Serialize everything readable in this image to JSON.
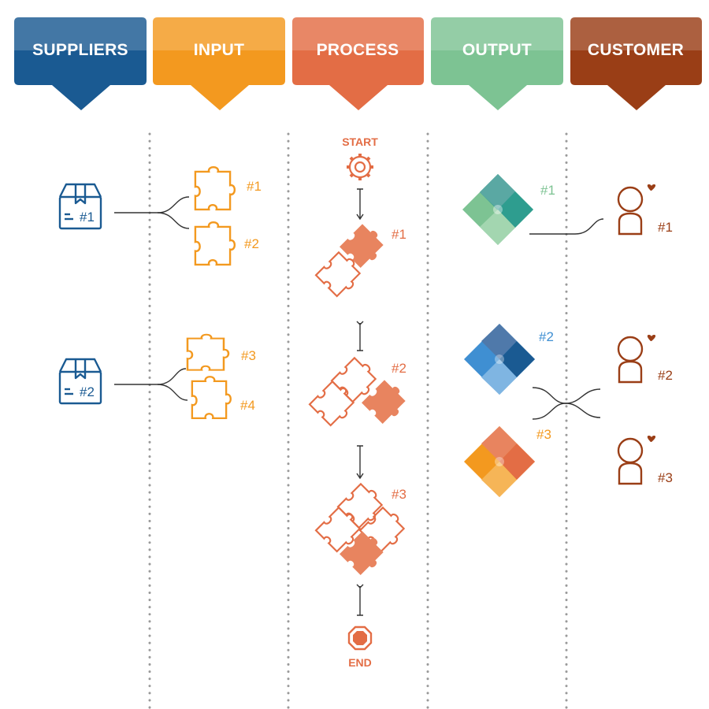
{
  "colors": {
    "suppliers": "#1a5a92",
    "input": "#f3991f",
    "process": "#e36d45",
    "output": "#7dc393",
    "customer": "#9a3e16",
    "output2": "#3f8fd2",
    "connector": "#333333",
    "divider": "#9a9a9a"
  },
  "headers": {
    "suppliers": "SUPPLIERS",
    "input": "INPUT",
    "process": "PROCESS",
    "output": "OUTPUT",
    "customer": "CUSTOMER"
  },
  "suppliers": [
    {
      "label": "#1",
      "icon": "package-box-icon"
    },
    {
      "label": "#2",
      "icon": "package-box-icon"
    }
  ],
  "inputs": [
    {
      "label": "#1",
      "icon": "puzzle-piece-icon"
    },
    {
      "label": "#2",
      "icon": "puzzle-piece-icon"
    },
    {
      "label": "#3",
      "icon": "puzzle-piece-icon"
    },
    {
      "label": "#4",
      "icon": "puzzle-piece-icon"
    }
  ],
  "process": {
    "start": "START",
    "end": "END",
    "steps": [
      {
        "label": "#1",
        "icon": "two-puzzle-pieces-icon"
      },
      {
        "label": "#2",
        "icon": "three-puzzle-pieces-icon"
      },
      {
        "label": "#3",
        "icon": "four-puzzle-pieces-icon"
      }
    ],
    "start_icon": "gear-icon",
    "end_icon": "stop-octagon-icon"
  },
  "outputs": [
    {
      "label": "#1",
      "icon": "puzzle-diamond-icon"
    },
    {
      "label": "#2",
      "icon": "puzzle-diamond-icon"
    },
    {
      "label": "#3",
      "icon": "puzzle-diamond-icon"
    }
  ],
  "customers": [
    {
      "label": "#1",
      "icon": "customer-heart-icon"
    },
    {
      "label": "#2",
      "icon": "customer-heart-icon"
    },
    {
      "label": "#3",
      "icon": "customer-heart-icon"
    }
  ]
}
